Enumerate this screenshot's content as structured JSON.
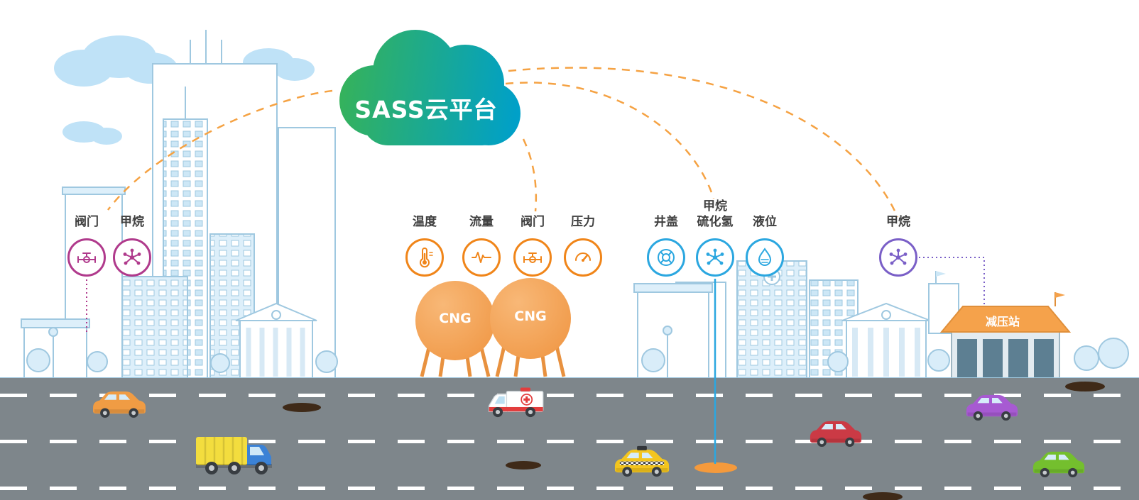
{
  "diagram_title": "smart-city gas IoT monitoring diagram",
  "cloud": {
    "label": "SASS云平台",
    "gradient_from": "#3eb549",
    "gradient_to": "#00a0c8"
  },
  "connection_line_color": "#f5a243",
  "sensor_groups": [
    {
      "id": "city-building-sensors",
      "color": "#b03a8c",
      "items": [
        {
          "label": "阀门",
          "icon": "valve-icon"
        },
        {
          "label": "甲烷",
          "icon": "methane-molecule-icon"
        }
      ]
    },
    {
      "id": "cng-tank-sensors",
      "color": "#f08519",
      "items": [
        {
          "label": "温度",
          "icon": "temperature-icon"
        },
        {
          "label": "流量",
          "icon": "flow-icon"
        },
        {
          "label": "阀门",
          "icon": "valve-icon"
        },
        {
          "label": "压力",
          "icon": "pressure-gauge-icon"
        }
      ]
    },
    {
      "id": "manhole-sensors",
      "color": "#2ba7e0",
      "items": [
        {
          "label": "井盖",
          "icon": "manhole-cover-icon"
        },
        {
          "label_line1": "甲烷",
          "label_line2": "硫化氢",
          "icon": "gas-molecule-icon"
        },
        {
          "label": "液位",
          "icon": "liquid-level-icon"
        }
      ]
    },
    {
      "id": "pressure-station-sensors",
      "color": "#7a5fc7",
      "items": [
        {
          "label": "甲烷",
          "icon": "methane-molecule-icon"
        }
      ]
    }
  ],
  "tanks": {
    "labels": [
      "CNG",
      "CNG"
    ],
    "color": "#ef9440"
  },
  "station": {
    "label": "减压站",
    "roof_color": "#f5a24b"
  },
  "vehicles": [
    {
      "name": "orange-car",
      "type": "car",
      "color": "#f09c44"
    },
    {
      "name": "yellow-truck",
      "type": "truck",
      "color": "#f3dd3e",
      "cab_color": "#3b82d6"
    },
    {
      "name": "ambulance",
      "type": "ambulance",
      "color": "#ffffff",
      "accent": "#e23d3d"
    },
    {
      "name": "taxi",
      "type": "taxi",
      "color": "#f3c51e"
    },
    {
      "name": "red-car",
      "type": "car",
      "color": "#cb3a45"
    },
    {
      "name": "purple-car",
      "type": "car",
      "color": "#a75ad2"
    },
    {
      "name": "green-car",
      "type": "car",
      "color": "#74bf2e"
    }
  ]
}
